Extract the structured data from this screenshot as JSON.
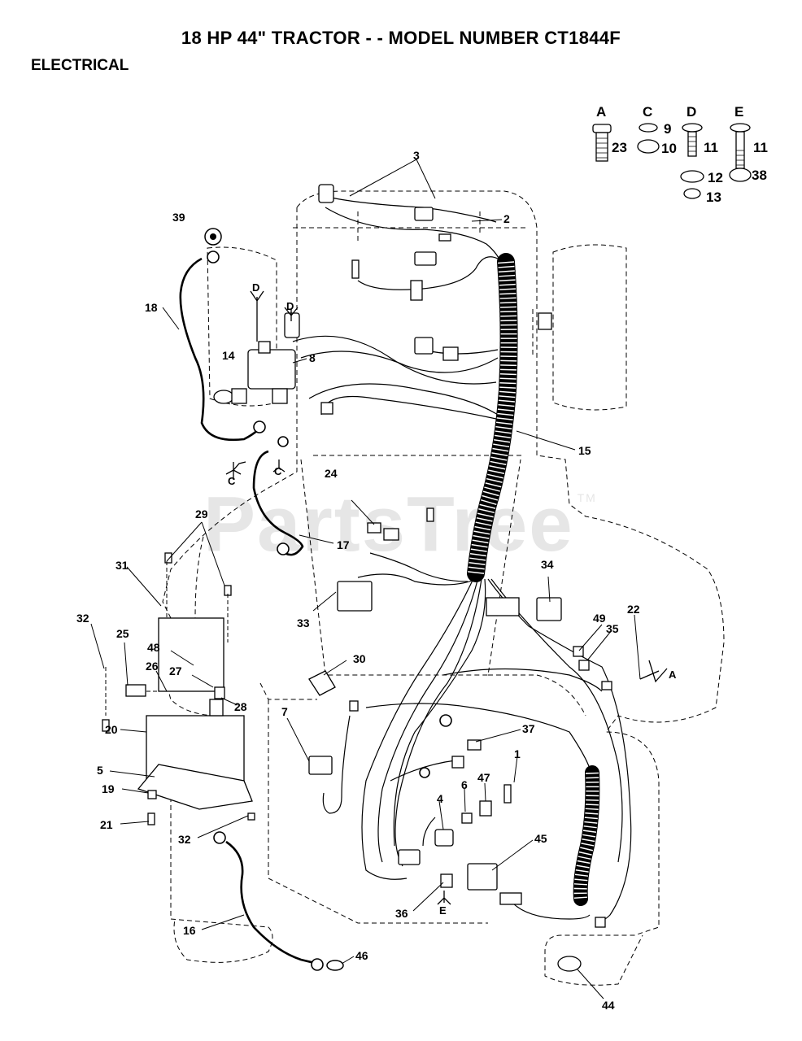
{
  "header": {
    "title": "18 HP 44\" TRACTOR - - MODEL NUMBER CT1844F",
    "section": "ELECTRICAL"
  },
  "watermark": {
    "text": "PartsTree",
    "trademark": "TM"
  },
  "hardware_legend": {
    "columns": [
      "A",
      "C",
      "D",
      "E"
    ],
    "numbers": [
      "23",
      "9",
      "10",
      "11",
      "11",
      "12",
      "38",
      "13"
    ]
  },
  "reference_letters": [
    "D",
    "D",
    "C",
    "C",
    "A",
    "E"
  ],
  "callouts": [
    "1",
    "2",
    "3",
    "4",
    "5",
    "6",
    "7",
    "8",
    "14",
    "15",
    "16",
    "17",
    "18",
    "19",
    "20",
    "21",
    "22",
    "24",
    "25",
    "26",
    "27",
    "28",
    "29",
    "30",
    "31",
    "32",
    "32",
    "33",
    "34",
    "35",
    "36",
    "37",
    "39",
    "44",
    "45",
    "46",
    "47",
    "48",
    "49"
  ]
}
